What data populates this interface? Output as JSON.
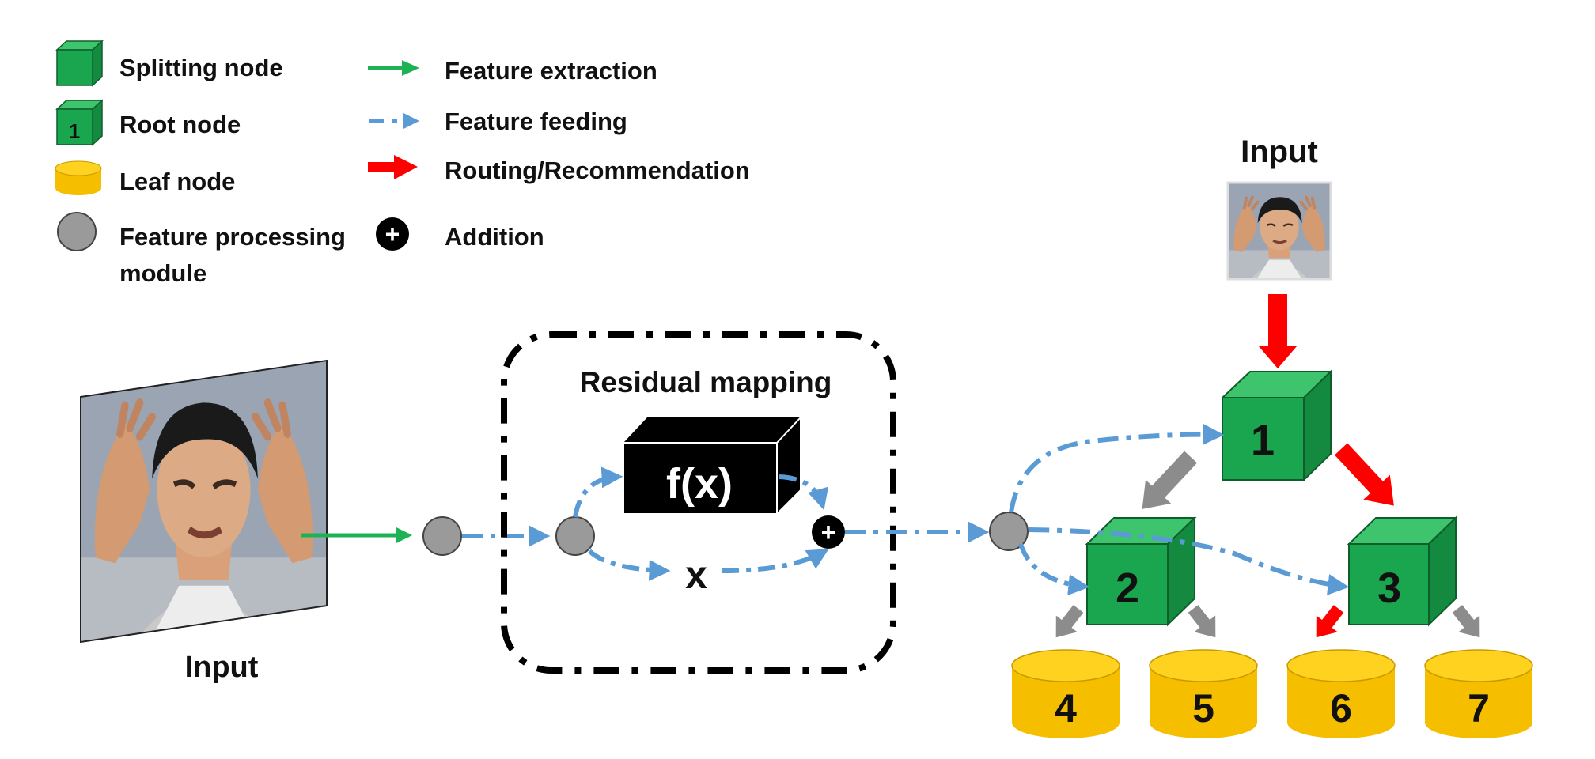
{
  "legend": {
    "splitting_node": "Splitting node",
    "root_node": "Root node",
    "root_node_number": "1",
    "leaf_node": "Leaf node",
    "feature_processing_module": [
      "Feature processing",
      "module"
    ],
    "feature_extraction": "Feature extraction",
    "feature_feeding": "Feature feeding",
    "routing": "Routing/Recommendation",
    "addition": "Addition",
    "addition_symbol": "+"
  },
  "left_input": {
    "label": "Input",
    "photo": "face-photo"
  },
  "residual_block": {
    "title": "Residual mapping",
    "function_label": "f(x)",
    "identity_label": "x",
    "add_symbol": "+"
  },
  "tree": {
    "input_label": "Input",
    "splitting_nodes": [
      "1",
      "2",
      "3"
    ],
    "leaf_nodes": [
      "4",
      "5",
      "6",
      "7"
    ]
  },
  "colors": {
    "cube_front": "#1aa64e",
    "cube_top": "#3dc46c",
    "cube_side": "#138a3f",
    "cube_edge": "#0e5e2c",
    "leaf_body": "#f5bf00",
    "leaf_top": "#ffd21f",
    "gray_module": "#9a9a9a",
    "extraction_arrow": "#1db354",
    "feeding_arrow": "#5b9bd5",
    "routing_arrow": "#ff0000",
    "inactive_route": "#8c8c8c",
    "black": "#000000"
  }
}
